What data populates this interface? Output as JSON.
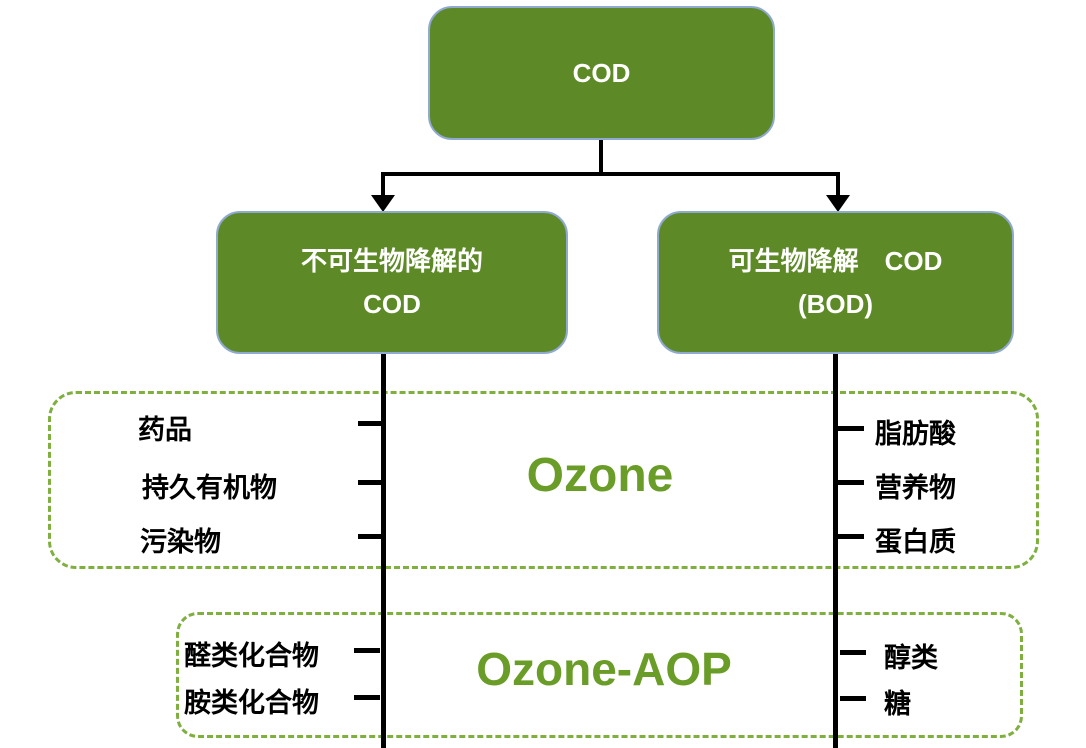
{
  "nodes": {
    "root": {
      "label": "COD"
    },
    "nonbiodegradable": {
      "line1": "不可生物降解的",
      "line2": "COD"
    },
    "biodegradable": {
      "line1": "可生物降解　COD",
      "line2": "(BOD)"
    }
  },
  "sections": {
    "ozone": {
      "title": "Ozone",
      "left_items": [
        "药品",
        "持久有机物",
        "污染物"
      ],
      "right_items": [
        "脂肪酸",
        "营养物",
        "蛋白质"
      ]
    },
    "ozone_aop": {
      "title": "Ozone-AOP",
      "left_items": [
        "醛类化合物",
        "胺类化合物"
      ],
      "right_items": [
        "醇类",
        "糖"
      ]
    }
  },
  "colors": {
    "node_fill": "#5d8a27",
    "node_border": "#8fa9d0",
    "accent_text": "#6a9c28",
    "dashed_border": "#7faf3f",
    "line": "#000000"
  }
}
